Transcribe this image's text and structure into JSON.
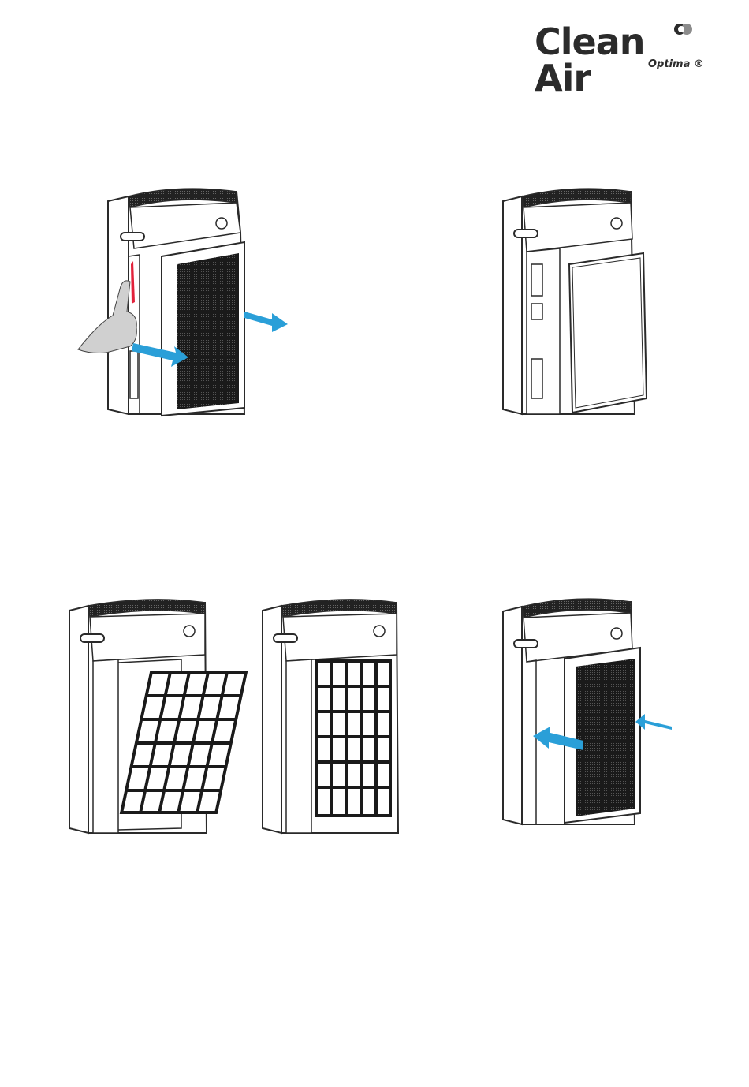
{
  "brand": {
    "name": "Clean Air",
    "sub": "Optima ®"
  },
  "colors": {
    "arrow": "#2a9fd8",
    "release_tab": "#e2223b",
    "line": "#2a2a2a",
    "mesh": "#1a1a1a"
  },
  "figures": [
    {
      "step": "open-front-cover",
      "icons": [
        "hand-icon",
        "arrow-right-icon",
        "arrow-right-icon"
      ]
    },
    {
      "step": "cover-removed"
    },
    {
      "step": "remove-pre-filter"
    },
    {
      "step": "pre-filter-installed"
    },
    {
      "step": "close-front-cover",
      "icons": [
        "arrow-left-icon",
        "arrow-left-icon"
      ]
    }
  ]
}
